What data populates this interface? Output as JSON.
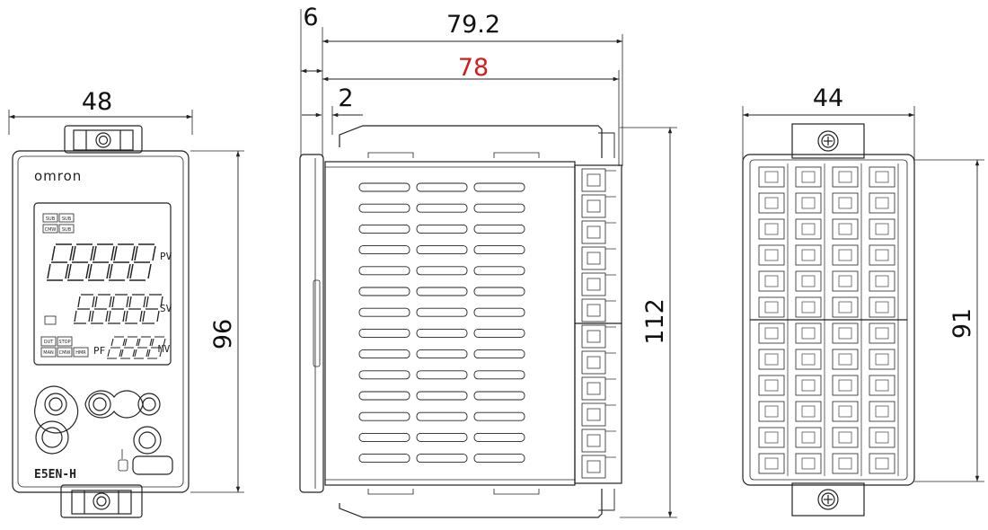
{
  "dimensions": {
    "front_width": "48",
    "front_height": "96",
    "side_bezel_depth": "6",
    "side_total_depth": "79.2",
    "side_body_depth": "78",
    "side_clearance": "2",
    "side_height": "112",
    "rear_width": "44",
    "rear_height": "91"
  },
  "front_panel": {
    "brand": "omron",
    "model": "E5EN-H",
    "pv_label": "PV",
    "sv_label": "SV",
    "mv_label": "MV",
    "pv_digits": "88888",
    "sv_digits": "88888",
    "mv_digits": "8888",
    "mode_label": "PF",
    "top_indicators": [
      "SUB",
      "SUB",
      "CMW",
      "SUB"
    ],
    "bottom_indicators": [
      "OUT",
      "STOP",
      "MAN",
      "CMW",
      "HMR"
    ]
  },
  "colors": {
    "line": "#222222",
    "highlight_dimension": "#d21d1d"
  }
}
